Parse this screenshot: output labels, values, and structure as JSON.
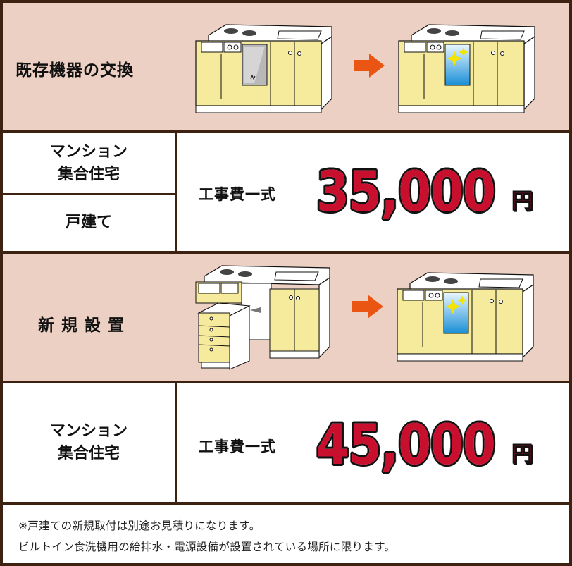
{
  "sections": [
    {
      "title": "既存機器の交換",
      "illustrations": {
        "before": "kitchen-with-old-dishwasher",
        "arrow": "arrow-right-icon",
        "after": "kitchen-with-new-dishwasher"
      }
    },
    {
      "title": "新規設置",
      "illustrations": {
        "before": "kitchen-with-cabinet-removed",
        "arrow": "arrow-right-icon",
        "after": "kitchen-with-new-dishwasher"
      }
    }
  ],
  "pricing": {
    "replacement": {
      "labels": [
        {
          "line1": "マンション",
          "line2": "集合住宅"
        },
        {
          "line1": "戸建て"
        }
      ],
      "fee_label": "工事費一式",
      "amount": "35,000",
      "unit": "円"
    },
    "new_install": {
      "labels": [
        {
          "line1": "マンション",
          "line2": "集合住宅"
        }
      ],
      "fee_label": "工事費一式",
      "amount": "45,000",
      "unit": "円"
    }
  },
  "notes": [
    "※戸建ての新規取付は別途お見積りになります。",
    "ビルトイン食洗機用の給排水・電源設備が設置されている場所に限ります。"
  ],
  "colors": {
    "border": "#3d2212",
    "pink_bg": "#ecd0c4",
    "price_red": "#c8102e",
    "arrow_orange": "#ea5514",
    "cabinet_yellow": "#f6ea9c",
    "glass_blue": "#1a8fd6"
  }
}
